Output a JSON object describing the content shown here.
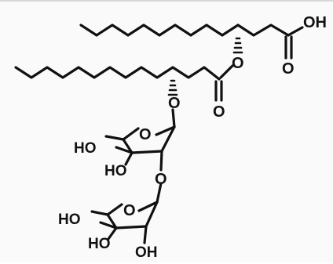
{
  "molecule": {
    "atoms": {
      "oh_acid": "OH",
      "o_carbonyl_top": "O",
      "o_ester_top": "O",
      "o_carbonyl_mid": "O",
      "o_glyco_1": "O",
      "o_ring_1": "O",
      "ho_ring1_left": "HO",
      "ho_ring1_bottom": "HO",
      "o_link": "O",
      "o_ring_2": "O",
      "ho_ring2_left": "HO",
      "ho_ring2_bottom": "HO",
      "oh_ring2_right": "OH"
    }
  },
  "colors": {
    "ink": "#111111",
    "background": "#fafafa"
  }
}
